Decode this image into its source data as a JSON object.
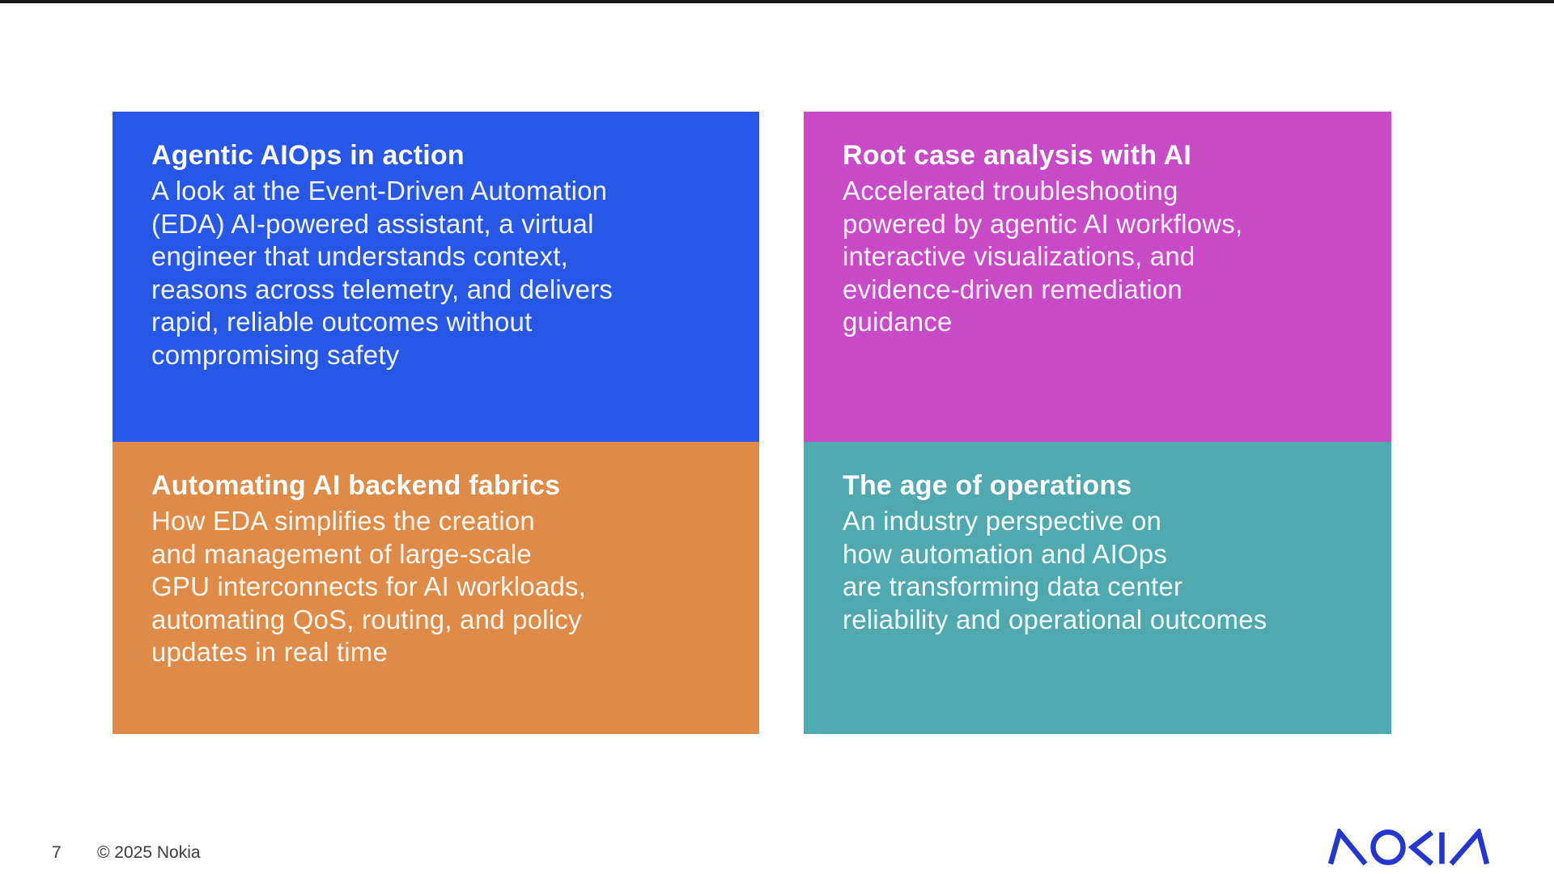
{
  "page": {
    "background_color": "#fefefe",
    "top_edge_bar_color": "#161616"
  },
  "cards": [
    {
      "id": "agentic-aiops",
      "title": "Agentic AIOps in action",
      "body": "A look at the Event-Driven Automation\n(EDA) AI-powered assistant, a virtual\nengineer that understands context,\nreasons across telemetry, and delivers\nrapid, reliable outcomes without\ncompromising safety",
      "color": "#2857e8"
    },
    {
      "id": "root-case-analysis",
      "title": "Root case analysis with AI",
      "body": "Accelerated troubleshooting\npowered by agentic AI workflows,\ninteractive visualizations, and\nevidence-driven remediation\nguidance",
      "color": "#c94ac6"
    },
    {
      "id": "automating-fabrics",
      "title": "Automating AI backend fabrics",
      "body": "How EDA simplifies the creation\nand management of large-scale\nGPU interconnects for AI workloads,\nautomating QoS, routing, and policy\nupdates in real time",
      "color": "#e08a47"
    },
    {
      "id": "age-of-operations",
      "title": "The age of operations",
      "body": "An industry perspective on\nhow automation and AIOps\nare transforming data center\nreliability and operational outcomes",
      "color": "#50a9b0"
    }
  ],
  "footer": {
    "page_number": "7",
    "copyright": "© 2025 Nokia"
  },
  "logo": {
    "name": "NOKIA",
    "color": "#2336cf"
  }
}
